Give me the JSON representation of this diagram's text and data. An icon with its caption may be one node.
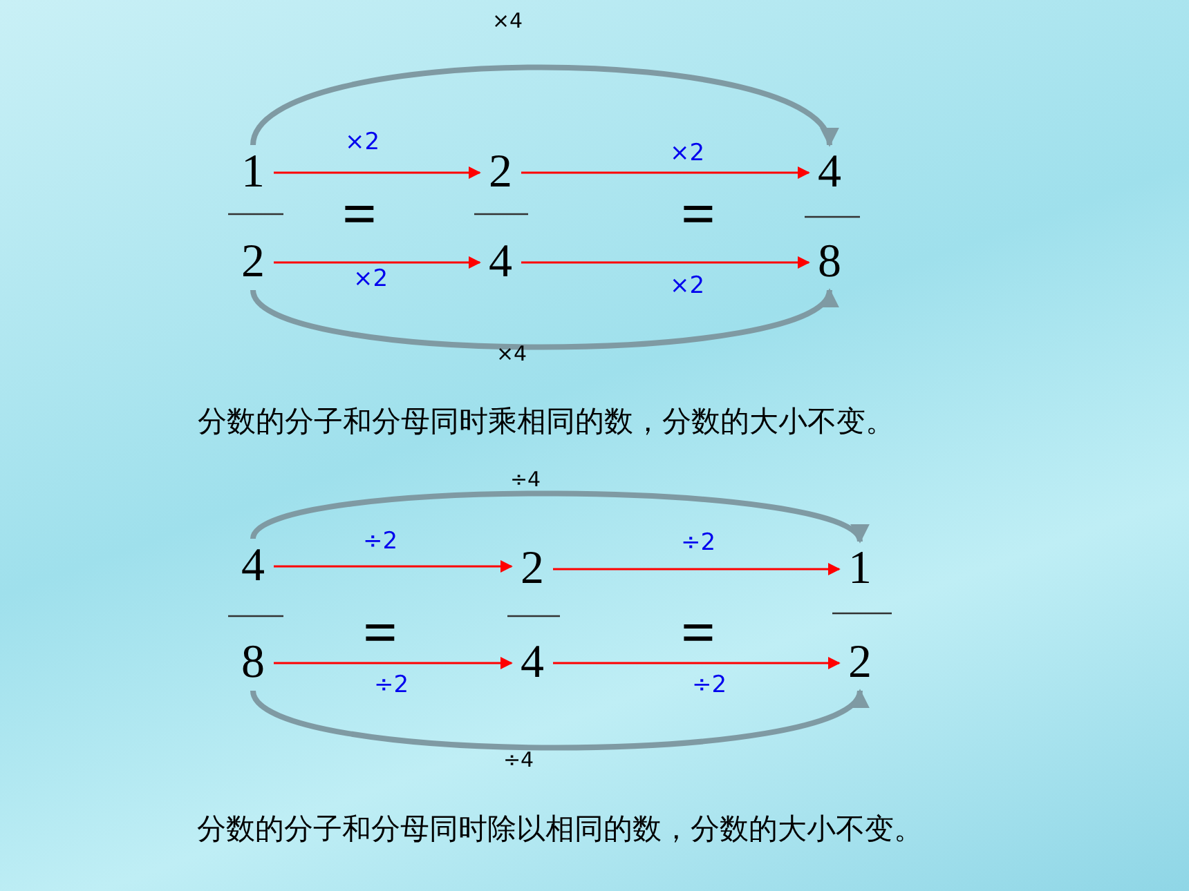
{
  "diagram": {
    "nodes": [
      {
        "text": [
          "1"
        ]
      },
      {
        "text": [
          "2"
        ]
      },
      {
        "text": [
          "2"
        ]
      },
      {
        "text": [
          "4"
        ]
      },
      {
        "text": [
          "4"
        ]
      },
      {
        "text": [
          "8"
        ]
      },
      {
        "text": [
          "4"
        ]
      },
      {
        "text": [
          "8"
        ]
      },
      {
        "text": [
          "2"
        ]
      },
      {
        "text": [
          "4"
        ]
      },
      {
        "text": [
          "1"
        ]
      },
      {
        "text": [
          "2"
        ]
      }
    ],
    "edges": [
      {
        "from": 0,
        "to": 2,
        "arrow": "to",
        "label": "×2"
      },
      {
        "from": 1,
        "to": 3,
        "arrow": "to",
        "label": "×2"
      },
      {
        "from": 2,
        "to": 4,
        "arrow": "to",
        "label": "×2"
      },
      {
        "from": 3,
        "to": 5,
        "arrow": "to",
        "label": "×2"
      },
      {
        "from": 0,
        "to": 4,
        "arrow": "to",
        "label": "×4",
        "style": "thick",
        "color": "#7f9aa3"
      },
      {
        "from": 1,
        "to": 5,
        "arrow": "to",
        "label": "×4",
        "style": "thick",
        "color": "#7f9aa3"
      },
      {
        "from": 6,
        "to": 8,
        "arrow": "to",
        "label": "÷2"
      },
      {
        "from": 7,
        "to": 9,
        "arrow": "to",
        "label": "÷2"
      },
      {
        "from": 8,
        "to": 10,
        "arrow": "to",
        "label": "÷2"
      },
      {
        "from": 9,
        "to": 11,
        "arrow": "to",
        "label": "÷2"
      },
      {
        "from": 6,
        "to": 10,
        "arrow": "to",
        "label": "÷4",
        "style": "thick",
        "color": "#7f9aa3"
      },
      {
        "from": 7,
        "to": 11,
        "arrow": "to",
        "label": "÷4",
        "style": "thick",
        "color": "#7f9aa3"
      }
    ],
    "labels": [
      "=",
      "=",
      "分数的分子和分母同时乘相同的数，分数的大小不变。",
      "=",
      "=",
      "分数的分子和分母同时除以相同的数，分数的大小不变。"
    ]
  }
}
